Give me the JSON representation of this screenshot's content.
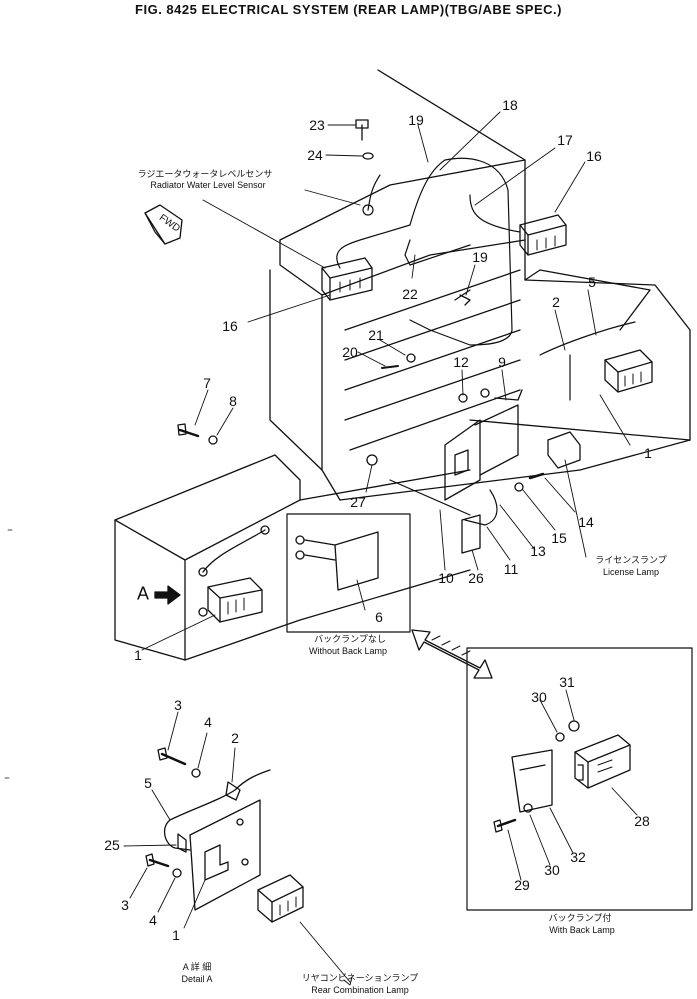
{
  "title": "FIG. 8425  ELECTRICAL SYSTEM (REAR LAMP)(TBG/ABE SPEC.)",
  "fwd_label": "FWD",
  "callouts": {
    "c23": "23",
    "c24": "24",
    "c19a": "19",
    "c18": "18",
    "c17": "17",
    "c16a": "16",
    "c16b": "16",
    "c19b": "19",
    "c22": "22",
    "c5a": "5",
    "c2a": "2",
    "c21": "21",
    "c20": "20",
    "c12": "12",
    "c9": "9",
    "c7a": "7",
    "c8": "8",
    "c1a": "1",
    "c27": "27",
    "c14": "14",
    "c15": "15",
    "c13": "13",
    "c11": "11",
    "c26": "26",
    "c10": "10",
    "c6": "6",
    "c1b": "1",
    "cA": "A",
    "c31": "31",
    "c30a": "30",
    "c28": "28",
    "c32": "32",
    "c30b": "30",
    "c29": "29",
    "c3a": "3",
    "c4a": "4",
    "c2b": "2",
    "c5b": "5",
    "c25": "25",
    "c3b": "3",
    "c4b": "4",
    "c1c": "1"
  },
  "labels": {
    "radiator_jp": "ラジエータウォータレベルセンサ",
    "radiator_en": "Radiator Water Level Sensor",
    "license_jp": "ライセンスランプ",
    "license_en": "License Lamp",
    "without_back_jp": "バックランプなし",
    "without_back_en": "Without Back Lamp",
    "with_back_jp": "バックランプ付",
    "with_back_en": "With Back Lamp",
    "detail_jp": "A 詳 細",
    "detail_en": "Detail A",
    "rear_combo_jp": "リヤコンビネーションランプ",
    "rear_combo_en": "Rear Combination Lamp"
  }
}
